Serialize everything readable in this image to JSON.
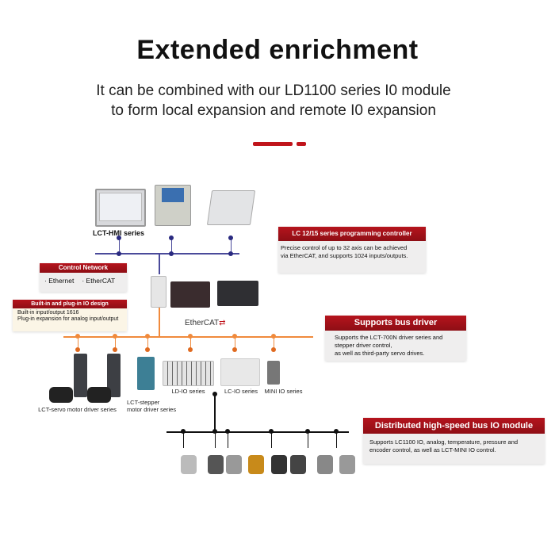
{
  "title": "Extended enrichment",
  "subtitle": [
    "It can be combined with our LD1100 series I0 module",
    "to form local expansion and remote I0 expansion"
  ],
  "hmi_label": "LCT-HMI series",
  "control_network": {
    "header": "Control Network",
    "items": [
      "· Ethernet",
      "· EtherCAT"
    ]
  },
  "io_design": {
    "header": "Built-in and plug-in IO design",
    "lines": [
      "Built-in input/output 1616",
      "Plug-in expansion for analog input/output"
    ]
  },
  "controller": {
    "header": "LC 12/15 series programming controller",
    "lines": [
      "Precise control of up to 32 axis can be achieved",
      "via EtherCAT, and supports 1024 inputs/outputs."
    ]
  },
  "ethercat_logo": "EtherCAT",
  "bus_driver": {
    "header": "Supports bus driver",
    "lines": [
      "Supports the LCT-700N driver series and",
      "stepper driver control,",
      "as well as third-party servo drives."
    ]
  },
  "devices": {
    "servo": "LCT-servo motor driver series",
    "stepper": [
      "LCT-stepper",
      "motor driver series"
    ],
    "ld_io": "LD-IO series",
    "lc_io": "LC-IO series",
    "mini_io": "MINI IO series"
  },
  "distributed": {
    "header": "Distributed high-speed bus IO module",
    "lines": [
      "Supports LC1100 IO, analog, temperature, pressure and",
      "encoder control, as well as LCT-MINI IO control."
    ]
  },
  "colors": {
    "accent": "#c0141b",
    "blue_bus": "#4a4a9a",
    "orange_bus": "#f08a3c",
    "black_bus": "#111111"
  }
}
